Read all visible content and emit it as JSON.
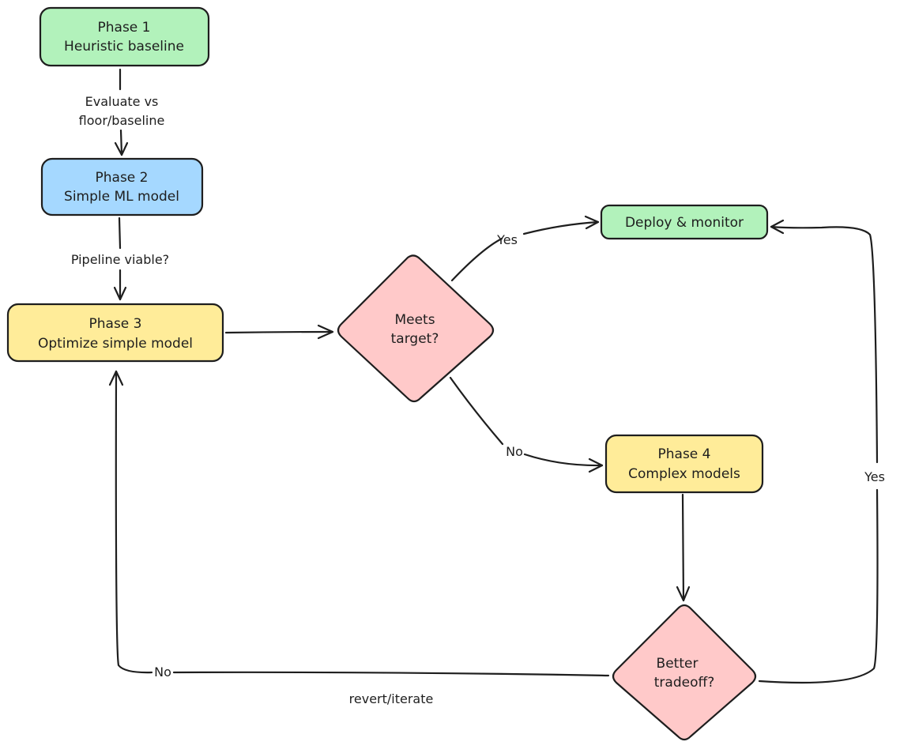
{
  "colors": {
    "green": "#b2f2bb",
    "blue": "#a5d8ff",
    "yellow": "#ffec99",
    "pink": "#ffc9c9",
    "stroke": "#1e1e1e"
  },
  "nodes": {
    "phase1": {
      "line1": "Phase 1",
      "line2": "Heuristic baseline"
    },
    "phase2": {
      "line1": "Phase 2",
      "line2": "Simple ML model"
    },
    "phase3": {
      "line1": "Phase 3",
      "line2": "Optimize simple model"
    },
    "meets_target": {
      "line1": "Meets",
      "line2": "target?"
    },
    "deploy": {
      "line1": "Deploy & monitor"
    },
    "phase4": {
      "line1": "Phase 4",
      "line2": "Complex models"
    },
    "better_tradeoff": {
      "line1": "Better",
      "line2": "tradeoff?"
    }
  },
  "edges": {
    "p1_p2": {
      "line1": "Evaluate vs",
      "line2": "floor/baseline"
    },
    "p2_p3": {
      "line1": "Pipeline viable?"
    },
    "target_yes": {
      "label": "Yes"
    },
    "target_no": {
      "label": "No"
    },
    "tradeoff_yes": {
      "label": "Yes"
    },
    "tradeoff_no": {
      "label": "No"
    },
    "revert": {
      "label": "revert/iterate"
    }
  }
}
